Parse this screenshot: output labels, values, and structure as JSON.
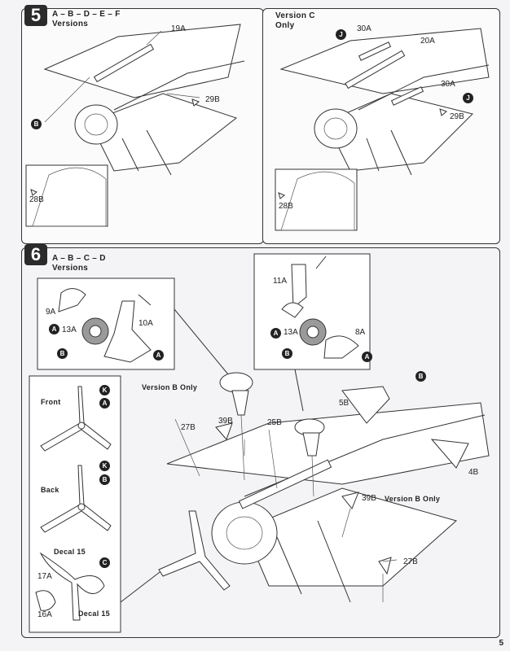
{
  "step5": {
    "number": "5",
    "versions_main": "A – B – D – E – F\nVersions",
    "versions_c": "Version C\nOnly",
    "left": {
      "label_19a": "19A",
      "label_29b": "29B",
      "label_28b": "28B",
      "badge_b": "B"
    },
    "right": {
      "label_30a_top": "30A",
      "label_20a": "20A",
      "label_30a_bottom": "30A",
      "label_29b": "29B",
      "label_28b": "28B",
      "badge_j_top": "J",
      "badge_j_bottom": "J"
    }
  },
  "step6": {
    "number": "6",
    "versions": "A – B – C – D\nVersions",
    "inset_left": {
      "label_9a": "9A",
      "label_13a": "13A",
      "label_10a": "10A",
      "badge_a1": "A",
      "badge_b": "B",
      "badge_a2": "A"
    },
    "inset_right": {
      "label_11a": "11A",
      "label_13a": "13A",
      "label_8a": "8A",
      "badge_a1": "A",
      "badge_b": "B",
      "badge_a2": "A"
    },
    "props": {
      "front": "Front",
      "back": "Back",
      "decal_top": "Decal 15",
      "decal_bottom": "Decal 15",
      "label_17a": "17A",
      "label_16a": "16A",
      "badge_k1": "K",
      "badge_a": "A",
      "badge_k2": "K",
      "badge_b": "B",
      "badge_c": "C"
    },
    "main": {
      "version_b_only_1": "Version B Only",
      "version_b_only_2": "Version B Only",
      "label_27b_1": "27B",
      "label_39b_1": "39B",
      "label_25b": "25B",
      "label_5b": "5B",
      "label_4b": "4B",
      "label_39b_2": "39B",
      "label_27b_2": "27B",
      "badge_b": "B"
    }
  },
  "page_number": "5"
}
